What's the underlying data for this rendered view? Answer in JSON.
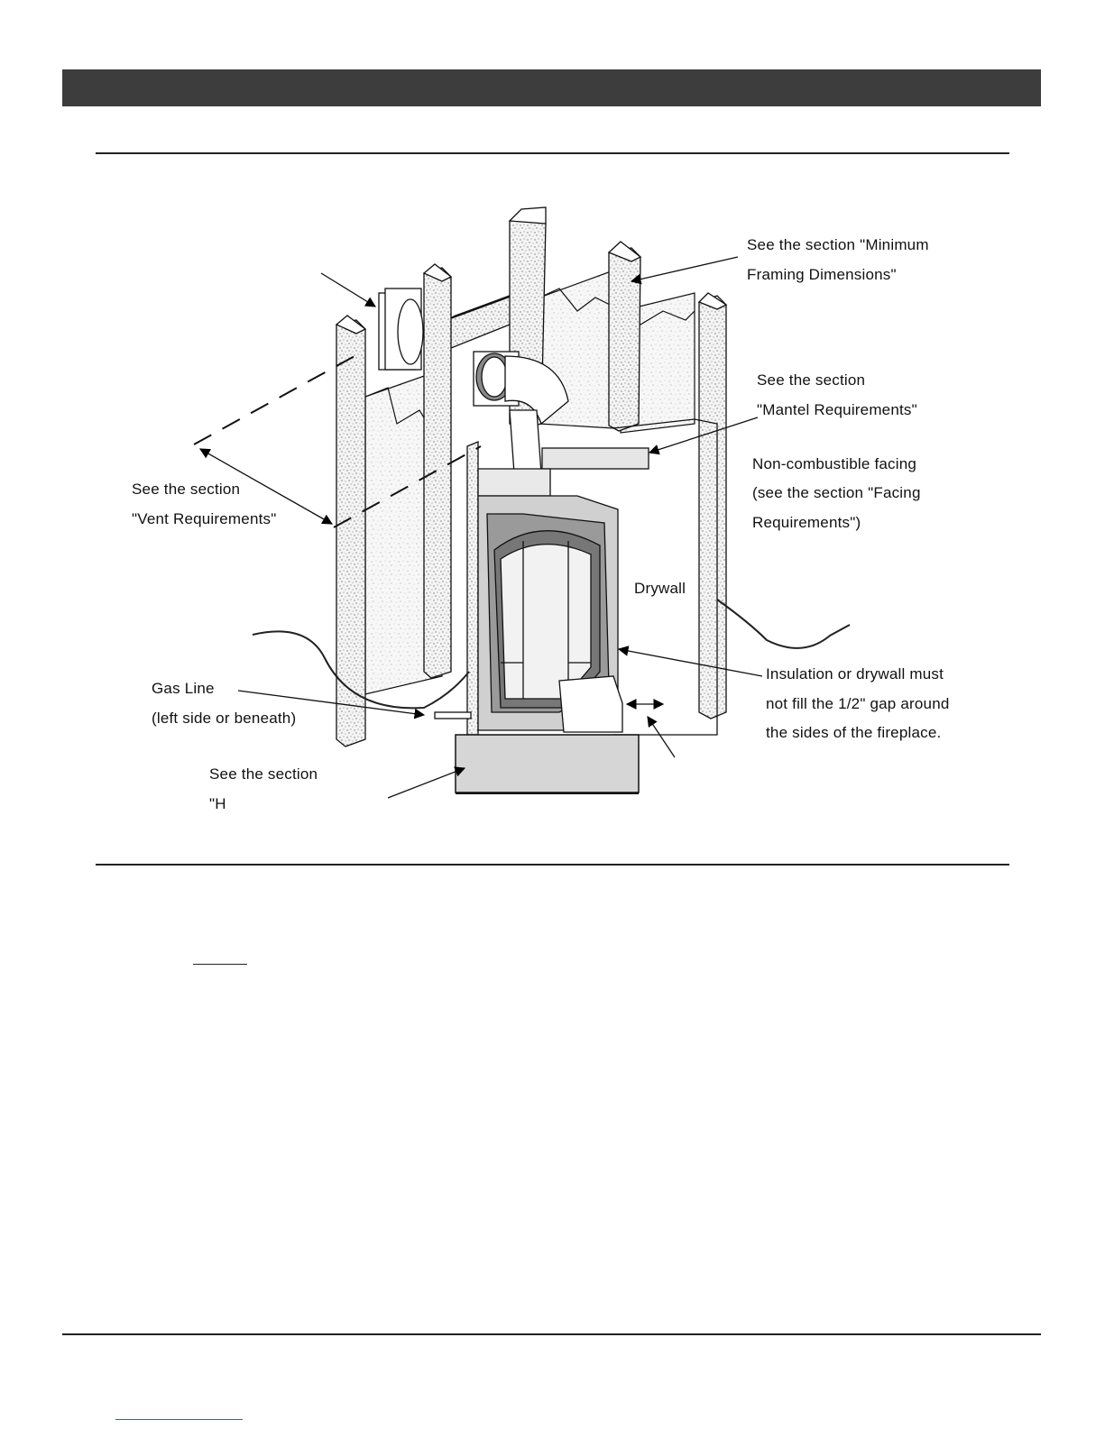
{
  "labels": {
    "framing_line1": "See the section \"Minimum",
    "framing_line2": "Framing Dimensions\"",
    "mantel_line1": "See the section",
    "mantel_line2": "\"Mantel Requirements\"",
    "facing_line1": "Non-combustible facing",
    "facing_line2": "(see the section \"Facing",
    "facing_line3": "Requirements\")",
    "vent_line1": "See the section",
    "vent_line2": "\"Vent Requirements\"",
    "drywall": "Drywall",
    "gas_line1": "Gas Line",
    "gas_line2": "(left side or beneath)",
    "hearth_line1": "See the section",
    "hearth_line2": "\"H",
    "gap_line1": "Insulation or drywall must",
    "gap_line2": "not fill the 1/2\" gap around",
    "gap_line3": "the sides of the fireplace."
  }
}
